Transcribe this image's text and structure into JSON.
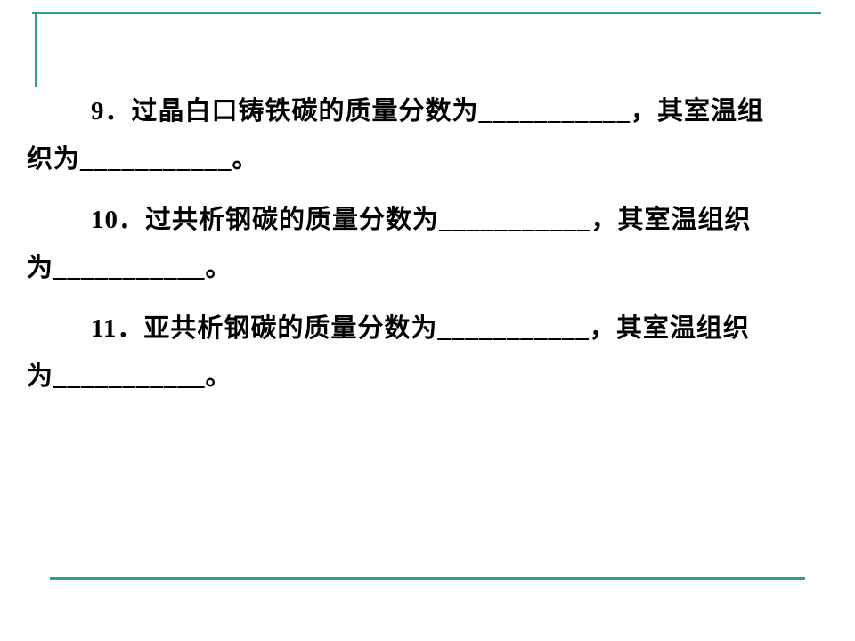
{
  "slide": {
    "colors": {
      "accent": "#2d9b9b",
      "text": "#000000",
      "background": "#ffffff"
    },
    "questions": [
      {
        "id": "9",
        "lines": [
          "9．过晶白口铸铁碳的质量分数为___________，其室温组",
          "织为___________。"
        ]
      },
      {
        "id": "10",
        "lines": [
          "10．过共析钢碳的质量分数为___________，其室温组织",
          "为___________。"
        ]
      },
      {
        "id": "11",
        "lines": [
          "11．亚共析钢碳的质量分数为___________，其室温组织",
          "为___________。"
        ]
      }
    ]
  }
}
